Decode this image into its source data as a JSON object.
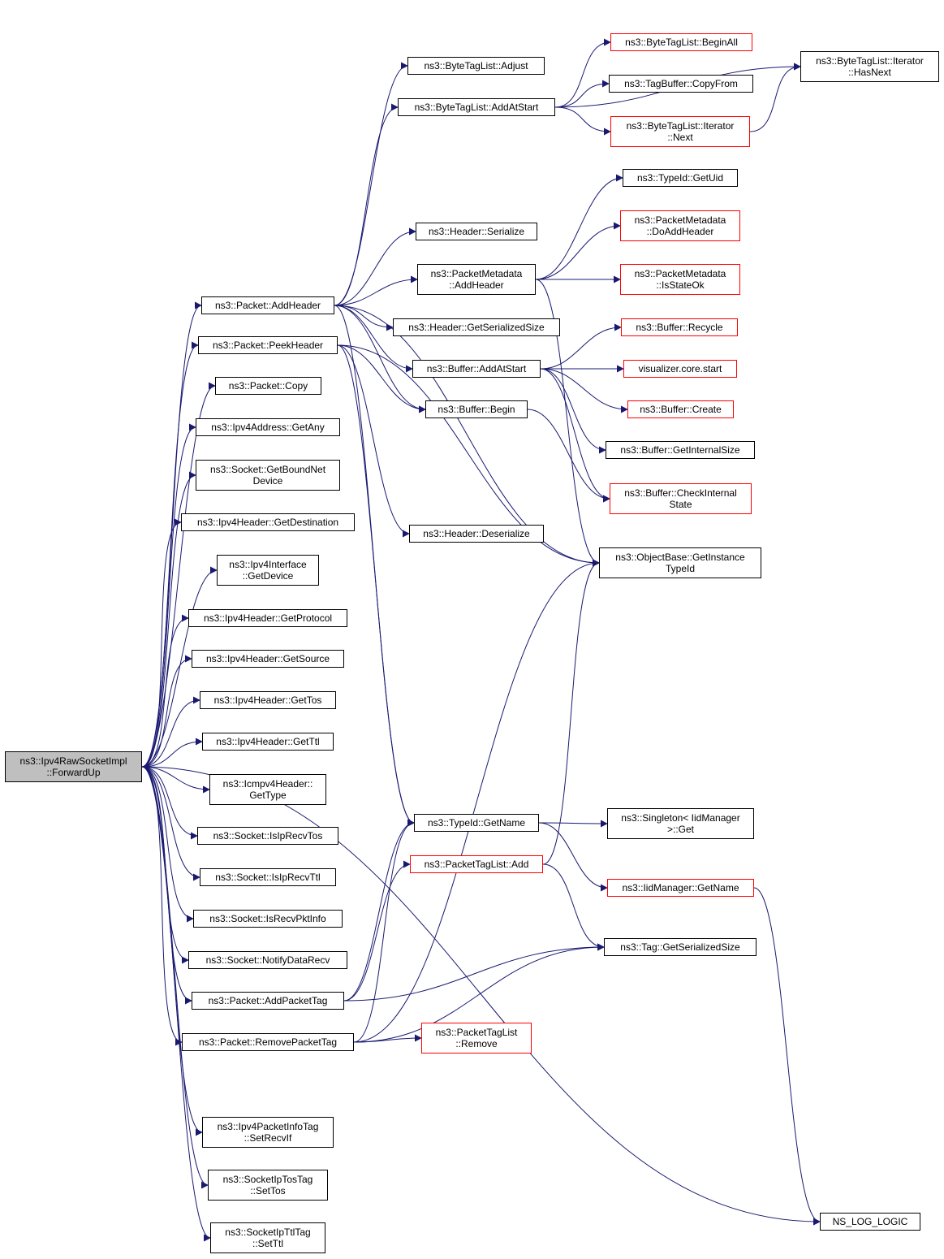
{
  "colors": {
    "edge": "#191970",
    "node_border": "#000000",
    "incomplete_border": "#ff0000",
    "root_fill": "#bfbfbf"
  },
  "nodes": [
    {
      "id": "root",
      "lines": [
        "ns3::Ipv4RawSocketImpl",
        "::ForwardUp"
      ],
      "style": "root"
    },
    {
      "id": "pkt_addheader",
      "lines": [
        "ns3::Packet::AddHeader"
      ],
      "style": "black"
    },
    {
      "id": "pkt_peekheader",
      "lines": [
        "ns3::Packet::PeekHeader"
      ],
      "style": "black"
    },
    {
      "id": "pkt_copy",
      "lines": [
        "ns3::Packet::Copy"
      ],
      "style": "black"
    },
    {
      "id": "ipv4addr_getany",
      "lines": [
        "ns3::Ipv4Address::GetAny"
      ],
      "style": "black"
    },
    {
      "id": "sock_getboundnetdevice",
      "lines": [
        "ns3::Socket::GetBoundNet",
        "Device"
      ],
      "style": "black"
    },
    {
      "id": "ipv4hdr_getdestination",
      "lines": [
        "ns3::Ipv4Header::GetDestination"
      ],
      "style": "black"
    },
    {
      "id": "ipv4if_getdevice",
      "lines": [
        "ns3::Ipv4Interface",
        "::GetDevice"
      ],
      "style": "black"
    },
    {
      "id": "ipv4hdr_getprotocol",
      "lines": [
        "ns3::Ipv4Header::GetProtocol"
      ],
      "style": "black"
    },
    {
      "id": "ipv4hdr_getsource",
      "lines": [
        "ns3::Ipv4Header::GetSource"
      ],
      "style": "black"
    },
    {
      "id": "ipv4hdr_gettos",
      "lines": [
        "ns3::Ipv4Header::GetTos"
      ],
      "style": "black"
    },
    {
      "id": "ipv4hdr_getttl",
      "lines": [
        "ns3::Ipv4Header::GetTtl"
      ],
      "style": "black"
    },
    {
      "id": "icmpv4hdr_gettype",
      "lines": [
        "ns3::Icmpv4Header::",
        "GetType"
      ],
      "style": "black"
    },
    {
      "id": "sock_isiprecvtos",
      "lines": [
        "ns3::Socket::IsIpRecvTos"
      ],
      "style": "black"
    },
    {
      "id": "sock_isiprecvttl",
      "lines": [
        "ns3::Socket::IsIpRecvTtl"
      ],
      "style": "black"
    },
    {
      "id": "sock_isrecvpktinfo",
      "lines": [
        "ns3::Socket::IsRecvPktInfo"
      ],
      "style": "black"
    },
    {
      "id": "sock_notifydatarecv",
      "lines": [
        "ns3::Socket::NotifyDataRecv"
      ],
      "style": "black"
    },
    {
      "id": "pkt_addpackettag",
      "lines": [
        "ns3::Packet::AddPacketTag"
      ],
      "style": "black"
    },
    {
      "id": "pkt_removepackettag",
      "lines": [
        "ns3::Packet::RemovePacketTag"
      ],
      "style": "black"
    },
    {
      "id": "ipv4pktinfotag_setrecvif",
      "lines": [
        "ns3::Ipv4PacketInfoTag",
        "::SetRecvIf"
      ],
      "style": "black"
    },
    {
      "id": "sockiptostag_settos",
      "lines": [
        "ns3::SocketIpTosTag",
        "::SetTos"
      ],
      "style": "black"
    },
    {
      "id": "sockipttltag_setttl",
      "lines": [
        "ns3::SocketIpTtlTag",
        "::SetTtl"
      ],
      "style": "black"
    },
    {
      "id": "btl_adjust",
      "lines": [
        "ns3::ByteTagList::Adjust"
      ],
      "style": "black"
    },
    {
      "id": "btl_addatstart",
      "lines": [
        "ns3::ByteTagList::AddAtStart"
      ],
      "style": "black"
    },
    {
      "id": "hdr_serialize",
      "lines": [
        "ns3::Header::Serialize"
      ],
      "style": "black"
    },
    {
      "id": "pktmeta_addheader",
      "lines": [
        "ns3::PacketMetadata",
        "::AddHeader"
      ],
      "style": "black"
    },
    {
      "id": "hdr_getserializedsize",
      "lines": [
        "ns3::Header::GetSerializedSize"
      ],
      "style": "black"
    },
    {
      "id": "buf_addatstart",
      "lines": [
        "ns3::Buffer::AddAtStart"
      ],
      "style": "black"
    },
    {
      "id": "buf_begin",
      "lines": [
        "ns3::Buffer::Begin"
      ],
      "style": "black"
    },
    {
      "id": "hdr_deserialize",
      "lines": [
        "ns3::Header::Deserialize"
      ],
      "style": "black"
    },
    {
      "id": "typeid_getname",
      "lines": [
        "ns3::TypeId::GetName"
      ],
      "style": "black"
    },
    {
      "id": "pkttaglist_add",
      "lines": [
        "ns3::PacketTagList::Add"
      ],
      "style": "red"
    },
    {
      "id": "pkttaglist_remove",
      "lines": [
        "ns3::PacketTagList",
        "::Remove"
      ],
      "style": "red"
    },
    {
      "id": "btl_beginall",
      "lines": [
        "ns3::ByteTagList::BeginAll"
      ],
      "style": "red"
    },
    {
      "id": "tagbuf_copyfrom",
      "lines": [
        "ns3::TagBuffer::CopyFrom"
      ],
      "style": "black"
    },
    {
      "id": "btl_iter_next",
      "lines": [
        "ns3::ByteTagList::Iterator",
        "::Next"
      ],
      "style": "red"
    },
    {
      "id": "btl_iter_hasnext",
      "lines": [
        "ns3::ByteTagList::Iterator",
        "::HasNext"
      ],
      "style": "black"
    },
    {
      "id": "typeid_getuid",
      "lines": [
        "ns3::TypeId::GetUid"
      ],
      "style": "black"
    },
    {
      "id": "pktmeta_doaddheader",
      "lines": [
        "ns3::PacketMetadata",
        "::DoAddHeader"
      ],
      "style": "red"
    },
    {
      "id": "pktmeta_isstateok",
      "lines": [
        "ns3::PacketMetadata",
        "::IsStateOk"
      ],
      "style": "red"
    },
    {
      "id": "buf_recycle",
      "lines": [
        "ns3::Buffer::Recycle"
      ],
      "style": "red"
    },
    {
      "id": "viz_core_start",
      "lines": [
        "visualizer.core.start"
      ],
      "style": "red"
    },
    {
      "id": "buf_create",
      "lines": [
        "ns3::Buffer::Create"
      ],
      "style": "red"
    },
    {
      "id": "buf_getinternalsize",
      "lines": [
        "ns3::Buffer::GetInternalSize"
      ],
      "style": "black"
    },
    {
      "id": "buf_checkinternalstate",
      "lines": [
        "ns3::Buffer::CheckInternal",
        "State"
      ],
      "style": "red"
    },
    {
      "id": "objbase_getinstancetypeid",
      "lines": [
        "ns3::ObjectBase::GetInstance",
        "TypeId"
      ],
      "style": "black"
    },
    {
      "id": "singleton_get",
      "lines": [
        "ns3::Singleton< IidManager",
        ">::Get"
      ],
      "style": "black"
    },
    {
      "id": "iidmgr_getname",
      "lines": [
        "ns3::IidManager::GetName"
      ],
      "style": "red"
    },
    {
      "id": "tag_getserializedsize",
      "lines": [
        "ns3::Tag::GetSerializedSize"
      ],
      "style": "black"
    },
    {
      "id": "ns_log_logic",
      "lines": [
        "NS_LOG_LOGIC"
      ],
      "style": "black"
    }
  ],
  "edges": [
    [
      "root",
      "pkt_addheader"
    ],
    [
      "root",
      "pkt_peekheader"
    ],
    [
      "root",
      "pkt_copy"
    ],
    [
      "root",
      "ipv4addr_getany"
    ],
    [
      "root",
      "sock_getboundnetdevice"
    ],
    [
      "root",
      "ipv4hdr_getdestination"
    ],
    [
      "root",
      "ipv4if_getdevice"
    ],
    [
      "root",
      "ipv4hdr_getprotocol"
    ],
    [
      "root",
      "ipv4hdr_getsource"
    ],
    [
      "root",
      "ipv4hdr_gettos"
    ],
    [
      "root",
      "ipv4hdr_getttl"
    ],
    [
      "root",
      "icmpv4hdr_gettype"
    ],
    [
      "root",
      "sock_isiprecvtos"
    ],
    [
      "root",
      "sock_isiprecvttl"
    ],
    [
      "root",
      "sock_isrecvpktinfo"
    ],
    [
      "root",
      "sock_notifydatarecv"
    ],
    [
      "root",
      "pkt_addpackettag"
    ],
    [
      "root",
      "pkt_removepackettag"
    ],
    [
      "root",
      "ns_log_logic"
    ],
    [
      "root",
      "ipv4pktinfotag_setrecvif"
    ],
    [
      "root",
      "sockiptostag_settos"
    ],
    [
      "root",
      "sockipttltag_setttl"
    ],
    [
      "pkt_addheader",
      "btl_adjust"
    ],
    [
      "pkt_addheader",
      "btl_addatstart"
    ],
    [
      "pkt_addheader",
      "hdr_serialize"
    ],
    [
      "pkt_addheader",
      "pktmeta_addheader"
    ],
    [
      "pkt_addheader",
      "hdr_getserializedsize"
    ],
    [
      "pkt_addheader",
      "buf_addatstart"
    ],
    [
      "pkt_addheader",
      "buf_begin"
    ],
    [
      "pkt_addheader",
      "objbase_getinstancetypeid"
    ],
    [
      "pkt_addheader",
      "typeid_getname"
    ],
    [
      "pkt_peekheader",
      "buf_begin"
    ],
    [
      "pkt_peekheader",
      "hdr_deserialize"
    ],
    [
      "pkt_peekheader",
      "objbase_getinstancetypeid"
    ],
    [
      "pkt_peekheader",
      "typeid_getname"
    ],
    [
      "btl_addatstart",
      "btl_beginall"
    ],
    [
      "btl_addatstart",
      "tagbuf_copyfrom"
    ],
    [
      "btl_addatstart",
      "btl_iter_next"
    ],
    [
      "btl_addatstart",
      "btl_iter_hasnext"
    ],
    [
      "btl_iter_next",
      "btl_iter_hasnext"
    ],
    [
      "pktmeta_addheader",
      "typeid_getuid"
    ],
    [
      "pktmeta_addheader",
      "pktmeta_doaddheader"
    ],
    [
      "pktmeta_addheader",
      "pktmeta_isstateok"
    ],
    [
      "pktmeta_addheader",
      "objbase_getinstancetypeid"
    ],
    [
      "buf_addatstart",
      "buf_recycle"
    ],
    [
      "buf_addatstart",
      "viz_core_start"
    ],
    [
      "buf_addatstart",
      "buf_create"
    ],
    [
      "buf_addatstart",
      "buf_getinternalsize"
    ],
    [
      "buf_addatstart",
      "buf_checkinternalstate"
    ],
    [
      "buf_begin",
      "buf_checkinternalstate"
    ],
    [
      "typeid_getname",
      "singleton_get"
    ],
    [
      "typeid_getname",
      "iidmgr_getname"
    ],
    [
      "iidmgr_getname",
      "ns_log_logic"
    ],
    [
      "pkttaglist_add",
      "objbase_getinstancetypeid"
    ],
    [
      "pkttaglist_add",
      "tag_getserializedsize"
    ],
    [
      "pkt_addpackettag",
      "typeid_getname"
    ],
    [
      "pkt_addpackettag",
      "pkttaglist_add"
    ],
    [
      "pkt_addpackettag",
      "tag_getserializedsize"
    ],
    [
      "pkt_removepackettag",
      "typeid_getname"
    ],
    [
      "pkt_removepackettag",
      "objbase_getinstancetypeid"
    ],
    [
      "pkt_removepackettag",
      "tag_getserializedsize"
    ],
    [
      "pkt_removepackettag",
      "pkttaglist_remove"
    ]
  ]
}
